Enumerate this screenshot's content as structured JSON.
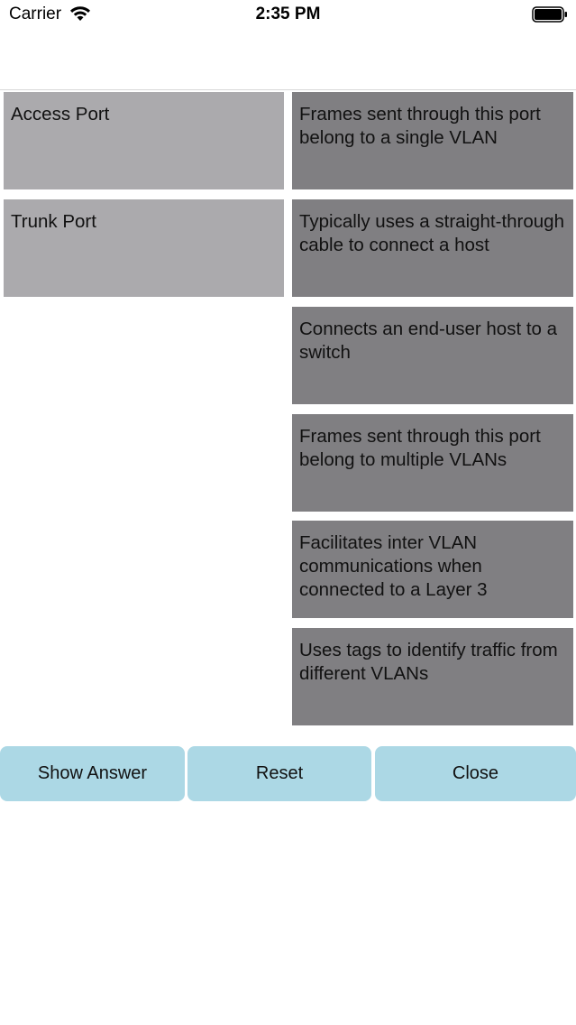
{
  "status_bar": {
    "carrier": "Carrier",
    "time": "2:35 PM",
    "wifi_icon": "wifi-icon",
    "battery_icon": "battery-icon"
  },
  "left_items": [
    {
      "label": "Access Port"
    },
    {
      "label": "Trunk Port"
    }
  ],
  "right_items": [
    {
      "label": "Frames sent through this port belong to a single VLAN"
    },
    {
      "label": "Typically uses a straight-through cable to connect a host"
    },
    {
      "label": "Connects an end-user host to a switch"
    },
    {
      "label": "Frames sent through this port belong to multiple VLANs"
    },
    {
      "label": "Facilitates inter VLAN communications  when connected to a Layer 3"
    },
    {
      "label": "Uses tags to identify traffic from different VLANs"
    }
  ],
  "buttons": {
    "show_answer": "Show Answer",
    "reset": "Reset",
    "close": "Close"
  },
  "colors": {
    "left_card": "#abaaad",
    "right_card": "#807f82",
    "button": "#acd8e5"
  }
}
